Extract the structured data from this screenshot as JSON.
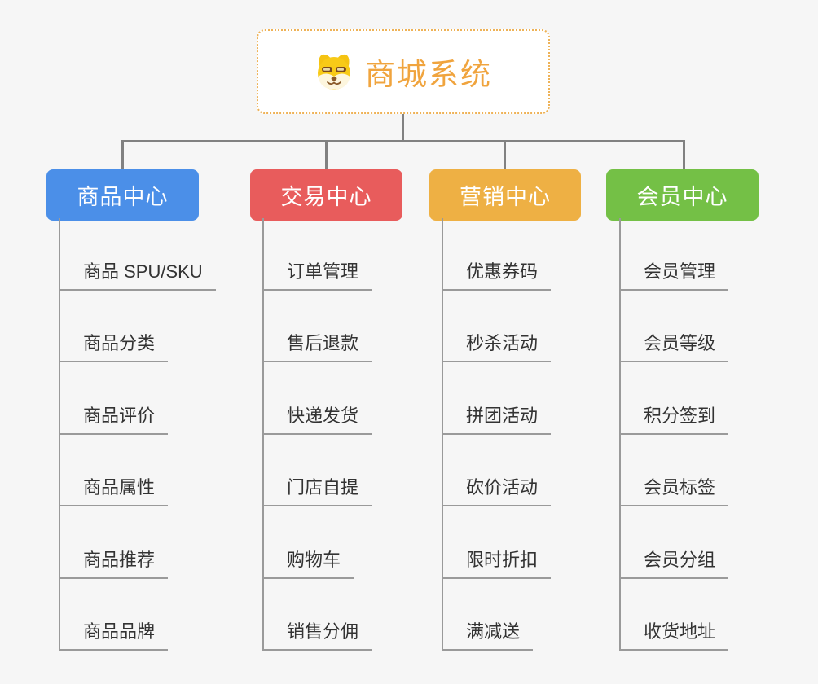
{
  "diagram_title": "商城系统 mind map",
  "root": {
    "title": "商城系统",
    "icon": "doge-icon",
    "text_color": "#f0a43e",
    "border_color": "#eeb257"
  },
  "connector_color": "#818181",
  "underline_color": "#9a9a9a",
  "branches": [
    {
      "label": "商品中心",
      "color": "#4b8fe8",
      "children": [
        "商品 SPU/SKU",
        "商品分类",
        "商品评价",
        "商品属性",
        "商品推荐",
        "商品品牌"
      ]
    },
    {
      "label": "交易中心",
      "color": "#e85c5c",
      "children": [
        "订单管理",
        "售后退款",
        "快递发货",
        "门店自提",
        "购物车",
        "销售分佣"
      ]
    },
    {
      "label": "营销中心",
      "color": "#eeb044",
      "children": [
        "优惠券码",
        "秒杀活动",
        "拼团活动",
        "砍价活动",
        "限时折扣",
        "满减送"
      ]
    },
    {
      "label": "会员中心",
      "color": "#74c046",
      "children": [
        "会员管理",
        "会员等级",
        "积分签到",
        "会员标签",
        "会员分组",
        "收货地址"
      ]
    }
  ]
}
